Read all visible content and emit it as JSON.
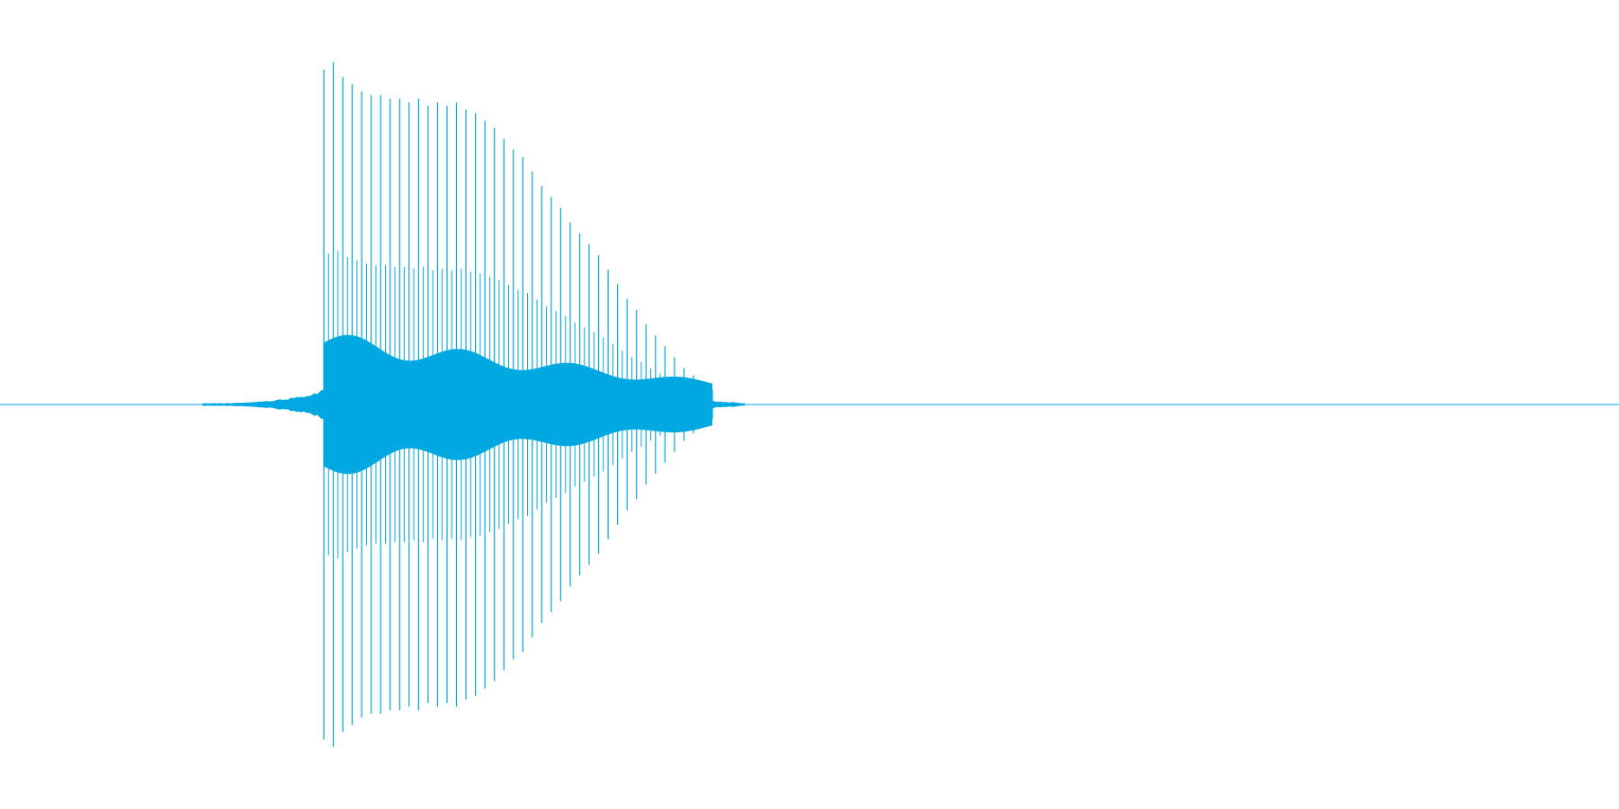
{
  "chart_data": {
    "type": "waveform",
    "color": "#00a8e1",
    "background": "#ffffff",
    "amplitude_range": [
      -1,
      1
    ],
    "duration_range": [
      0,
      1
    ],
    "grid": false,
    "axes_visible": false,
    "envelope": {
      "onset": 0.2,
      "attack_peak": 0.2,
      "decay_end": 0.44,
      "noise_start": 0.125,
      "noise_end": 0.46
    },
    "peak_amplitudes": [
      0.92,
      0.94,
      0.9,
      0.88,
      0.86,
      0.85,
      0.85,
      0.84,
      0.84,
      0.83,
      0.84,
      0.82,
      0.83,
      0.82,
      0.83,
      0.81,
      0.8,
      0.78,
      0.76,
      0.73,
      0.7,
      0.68,
      0.64,
      0.6,
      0.57,
      0.54,
      0.5,
      0.47,
      0.44,
      0.41,
      0.37,
      0.33,
      0.29,
      0.26,
      0.22,
      0.19,
      0.16,
      0.13,
      0.1,
      0.08,
      0.06,
      0.04
    ]
  }
}
